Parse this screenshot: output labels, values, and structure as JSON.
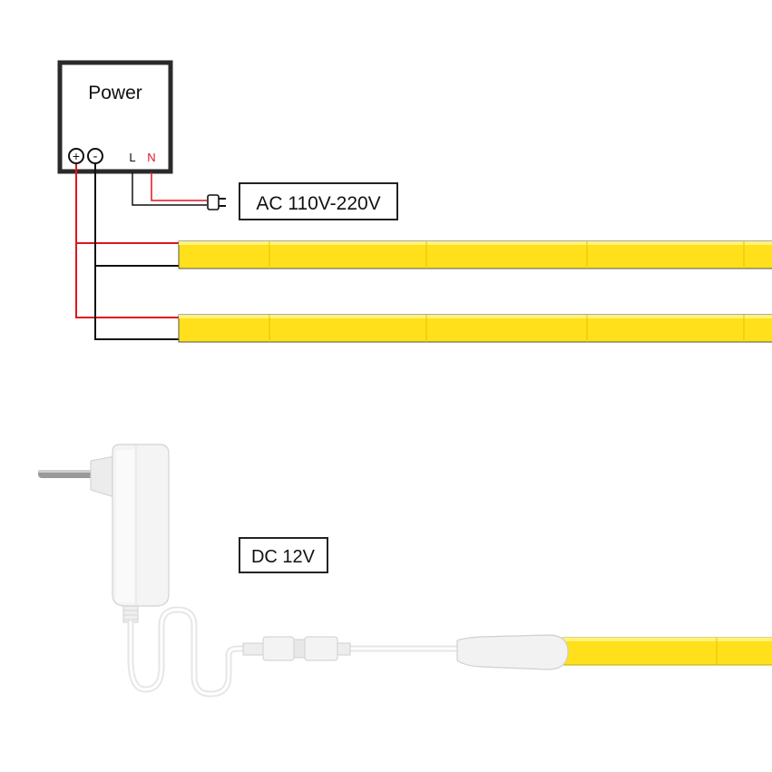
{
  "power_box": {
    "title": "Power",
    "plus_symbol": "+",
    "minus_symbol": "-",
    "live_label": "L",
    "neutral_label": "N"
  },
  "labels": {
    "ac_voltage": "AC 110V-220V",
    "dc_voltage": "DC 12V"
  },
  "colors": {
    "led_yellow": "#FFE01A",
    "led_edge": "#E8C800",
    "wire_red": "#E0141E",
    "wire_black": "#111111",
    "adapter_white": "#F4F4F4",
    "adapter_shadow": "#D8D8D8"
  },
  "icons": [
    "plug-icon",
    "power-adapter-icon"
  ]
}
